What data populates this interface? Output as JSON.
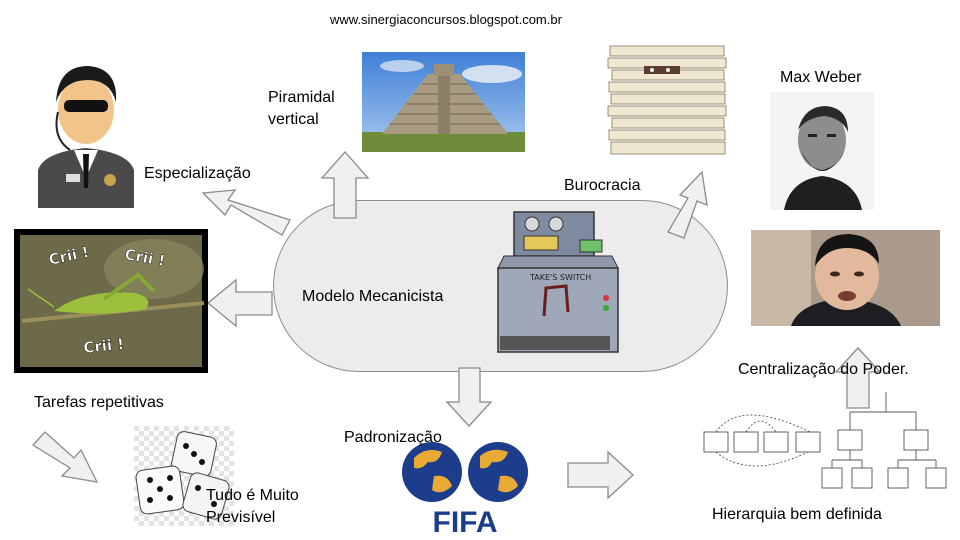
{
  "header": {
    "url": "www.sinergiaconcursos.blogspot.com.br"
  },
  "center": {
    "label": "Modelo Mecanicista"
  },
  "labels": {
    "piramidal": [
      "Piramidal",
      "vertical"
    ],
    "especializacao": "Especialização",
    "burocracia": "Burocracia",
    "max_weber": "Max Weber",
    "centralizacao": "Centralização do Poder.",
    "tarefas": "Tarefas repetitivas",
    "previsivel": [
      "Tudo é Muito",
      "Previsível"
    ],
    "padronizacao": "Padronização",
    "hierarquia": "Hierarquia bem definida"
  },
  "images": {
    "cricket_texts": [
      "Crii !",
      "Crii !",
      "Crii !"
    ],
    "machine_text": "TAKE'S SWITCH",
    "fifa_text": "FIFA"
  }
}
